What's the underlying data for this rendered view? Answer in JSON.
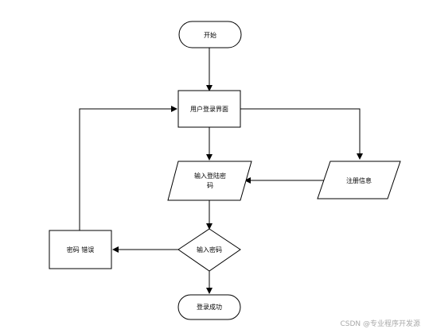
{
  "flowchart": {
    "start": "开始",
    "login_page": "用户登录界面",
    "input_credentials_line1": "输入登陆密",
    "input_credentials_line2": "码",
    "register_info": "注册信息",
    "check_password": "输入密码",
    "password_error": "密码 错误",
    "login_success": "登录成功"
  },
  "watermark": "CSDN @专业程序开发源",
  "colors": {
    "stroke": "#000000",
    "fill": "#ffffff",
    "watermark": "#a8a8a8"
  }
}
